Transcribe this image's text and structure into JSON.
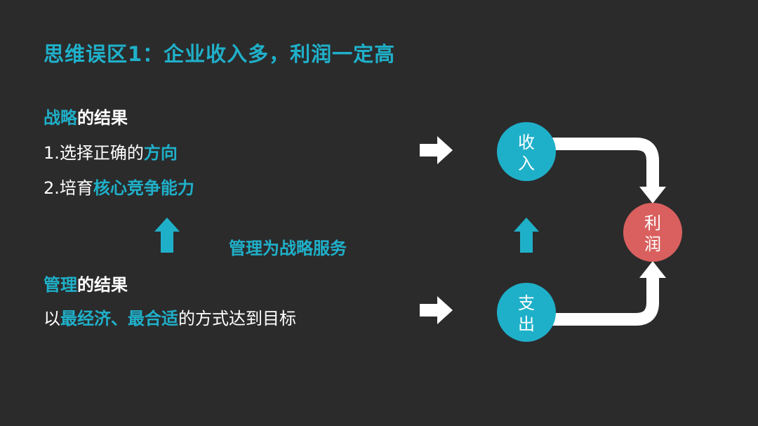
{
  "title": "思维误区1：企业收入多，利润一定高",
  "strategy": {
    "heading_hl": "战略",
    "heading_rest": "的结果",
    "item1_prefix": "1.选择正确的",
    "item1_hl": "方向",
    "item2_prefix": "2.培育",
    "item2_hl": "核心竞争能力"
  },
  "center_label": "管理为战略服务",
  "management": {
    "heading_hl": "管理",
    "heading_rest": "的结果",
    "prefix": "以",
    "hl1": "最经济",
    "sep": "、",
    "hl2": "最合适",
    "suffix": "的方式达到目标"
  },
  "nodes": {
    "revenue": {
      "line1": "收",
      "line2": "入"
    },
    "cost": {
      "line1": "支",
      "line2": "出"
    },
    "profit": {
      "line1": "利",
      "line2": "润"
    }
  },
  "colors": {
    "background": "#2b2b2c",
    "accent": "#1fb0c9",
    "profit": "#d9605e",
    "text": "#ffffff"
  },
  "icons": [
    "right-arrow-icon",
    "up-arrow-icon"
  ]
}
